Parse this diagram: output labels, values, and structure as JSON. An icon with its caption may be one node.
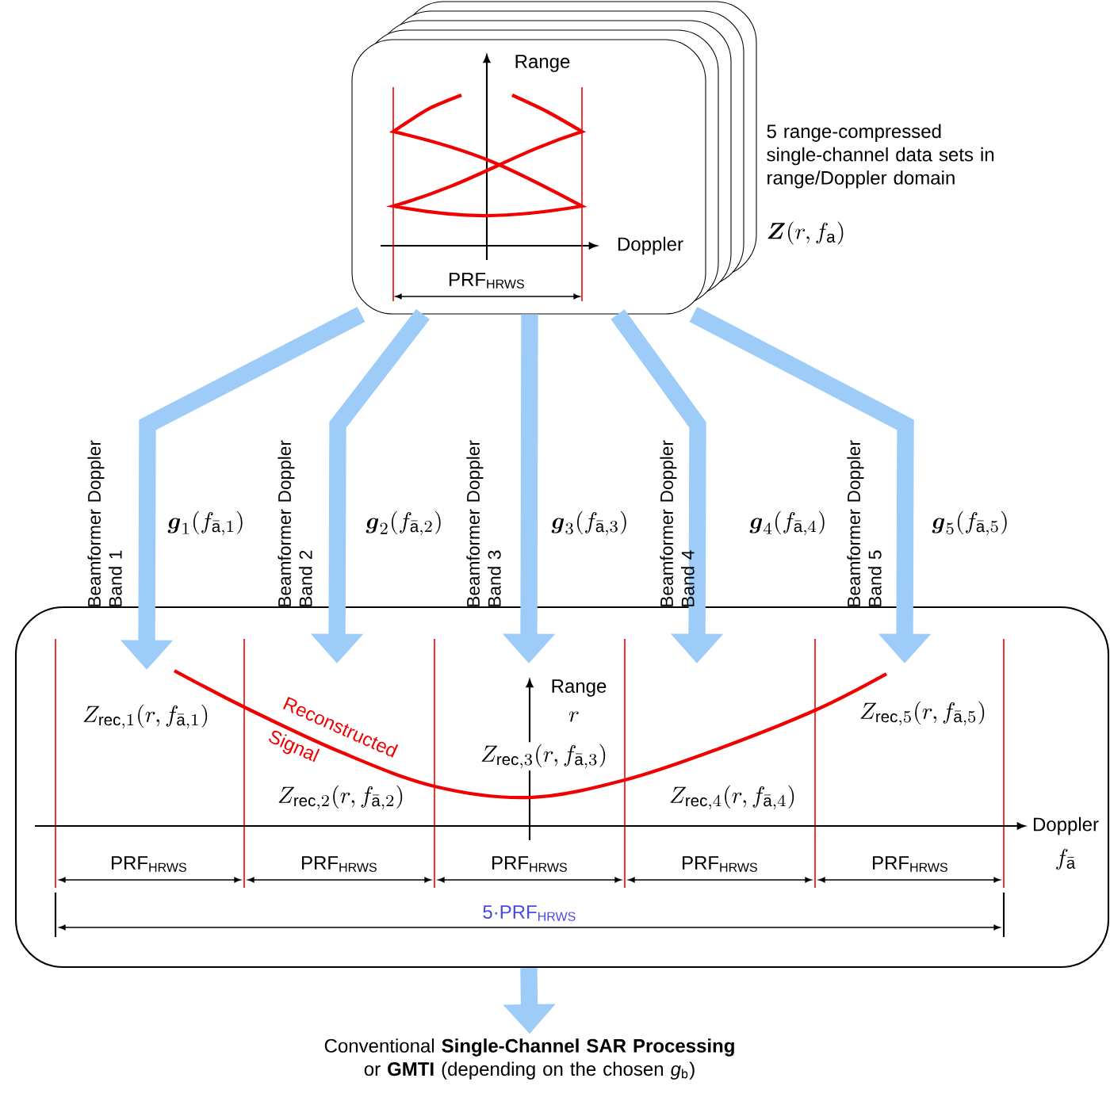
{
  "diagram": {
    "nodes": [
      {
        "text": [
          "Range",
          "Doppler",
          "PRF$_{HRWS}$"
        ],
        "beside": [
          "5 range-compressed single-channel data sets in range/Doppler domain",
          "\\boldsymbol{Z}(r,f_{\\mathrm{a}})"
        ]
      },
      {
        "text": [
          "Range",
          "r",
          "Doppler",
          "f_{\\bar{\\mathrm{a}}}",
          "Z_{\\mathrm{rec},1}(r,f_{\\bar{\\mathrm{a}},1})",
          "Z_{\\mathrm{rec},2}(r,f_{\\bar{\\mathrm{a}},2})",
          "Z_{\\mathrm{rec},3}(r,f_{\\bar{\\mathrm{a}},3})",
          "Z_{\\mathrm{rec},4}(r,f_{\\bar{\\mathrm{a}},4})",
          "Z_{\\mathrm{rec},5}(r,f_{\\bar{\\mathrm{a}},5})",
          "Reconstructed Signal",
          "PRF$_{HRWS}$",
          "PRF$_{HRWS}$",
          "PRF$_{HRWS}$",
          "PRF$_{HRWS}$",
          "PRF$_{HRWS}$",
          "5·PRF$_{HRWS}$"
        ]
      },
      {
        "text": [
          "Conventional **Single-Channel SAR Processing** or **GMTI** (depending on the chosen *g*$_{b}$)"
        ]
      }
    ],
    "edges": [
      {
        "from": 0,
        "to": 1,
        "arrow": "to",
        "label": "Beamformer Doppler Band 1"
      },
      {
        "from": 0,
        "to": 1,
        "arrow": "to",
        "label": "Beamformer Doppler Band 2"
      },
      {
        "from": 0,
        "to": 1,
        "arrow": "to",
        "label": "Beamformer Doppler Band 3"
      },
      {
        "from": 0,
        "to": 1,
        "arrow": "to",
        "label": "Beamformer Doppler Band 4"
      },
      {
        "from": 0,
        "to": 1,
        "arrow": "to",
        "label": "Beamformer Doppler Band 5"
      },
      {
        "from": 1,
        "to": 2,
        "arrow": "to"
      }
    ],
    "labels": [
      "\\boldsymbol{g}_{1}(f_{\\bar{\\mathrm{a}},1})",
      "\\boldsymbol{g}_{2}(f_{\\bar{\\mathrm{a}},2})",
      "\\boldsymbol{g}_{3}(f_{\\bar{\\mathrm{a}},3})",
      "\\boldsymbol{g}_{4}(f_{\\bar{\\mathrm{a}},4})",
      "\\boldsymbol{g}_{5}(f_{\\bar{\\mathrm{a}},5})"
    ]
  }
}
